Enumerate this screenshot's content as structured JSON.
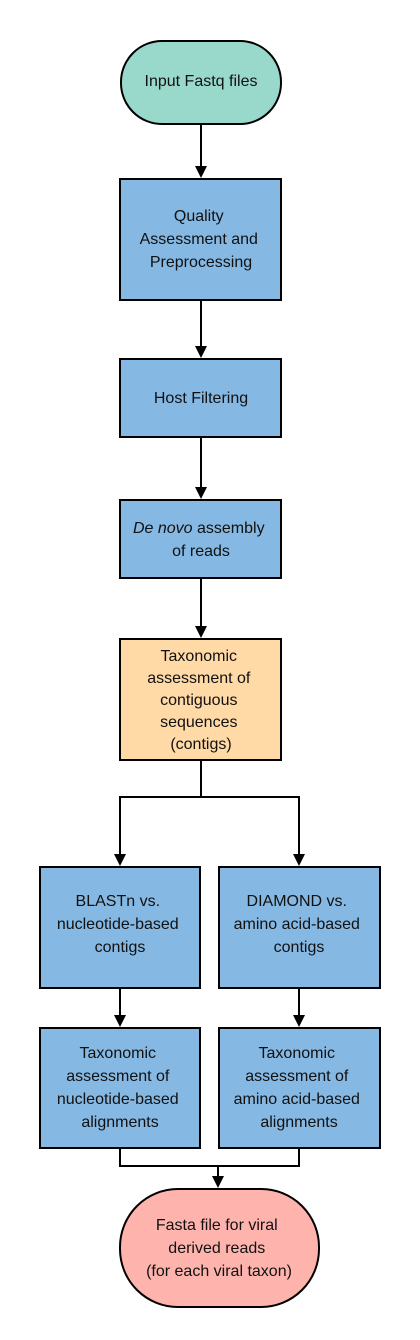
{
  "colors": {
    "start_fill": "#99d9cc",
    "process_fill": "#85b8e3",
    "highlight_fill": "#ffd9a6",
    "end_fill": "#ffb3ad",
    "stroke": "#000000"
  },
  "nodes": {
    "start": {
      "lines": [
        "Input Fastq files"
      ]
    },
    "qa": {
      "lines": [
        "Quality",
        "Assessment and",
        "Preprocessing"
      ]
    },
    "host": {
      "lines": [
        "Host Filtering"
      ]
    },
    "assembly": {
      "line1_italic": "De novo",
      "line1_rest": " assembly",
      "line2": "of reads"
    },
    "taxo": {
      "lines": [
        "Taxonomic",
        "assessment of",
        "contiguous",
        "sequences",
        "(contigs)"
      ]
    },
    "blast": {
      "lines": [
        "BLASTn vs.",
        "nucleotide-based",
        "contigs"
      ]
    },
    "diamond": {
      "lines": [
        "DIAMOND vs.",
        "amino acid-based",
        "contigs"
      ]
    },
    "nuc_align": {
      "lines": [
        "Taxonomic",
        "assessment of",
        "nucleotide-based",
        "alignments"
      ]
    },
    "aa_align": {
      "lines": [
        "Taxonomic",
        "assessment of",
        "amino acid-based",
        "alignments"
      ]
    },
    "end": {
      "lines": [
        "Fasta file for viral",
        "derived reads",
        "(for each viral taxon)"
      ]
    }
  }
}
